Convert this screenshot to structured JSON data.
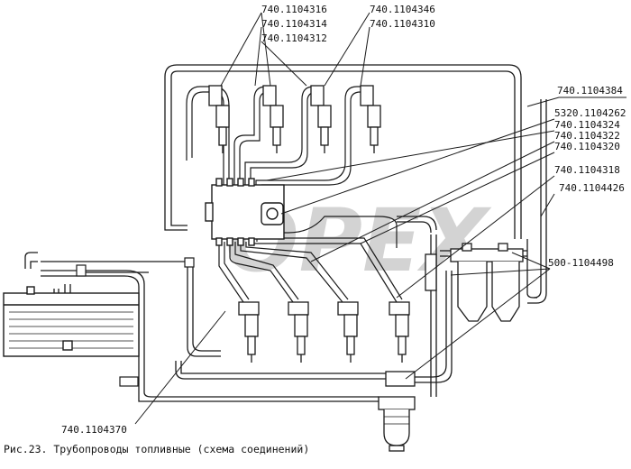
{
  "caption": "Рис.23. Трубопроводы топливные (схема соединений)",
  "watermark": "ОРЕХ",
  "labels": {
    "p740_1104316": "740.1104316",
    "p740_1104314": "740.1104314",
    "p740_1104312": "740.1104312",
    "p740_1104346": "740.1104346",
    "p740_1104310": "740.1104310",
    "p740_1104384": "740.1104384",
    "p5320_1104262": "5320.1104262",
    "p740_1104324": "740.1104324",
    "p740_1104322": "740.1104322",
    "p740_1104320": "740.1104320",
    "p740_1104318": "740.1104318",
    "p740_1104426": "740.1104426",
    "p500_1104498": "500-1104498",
    "p740_1104370": "740.1104370"
  }
}
